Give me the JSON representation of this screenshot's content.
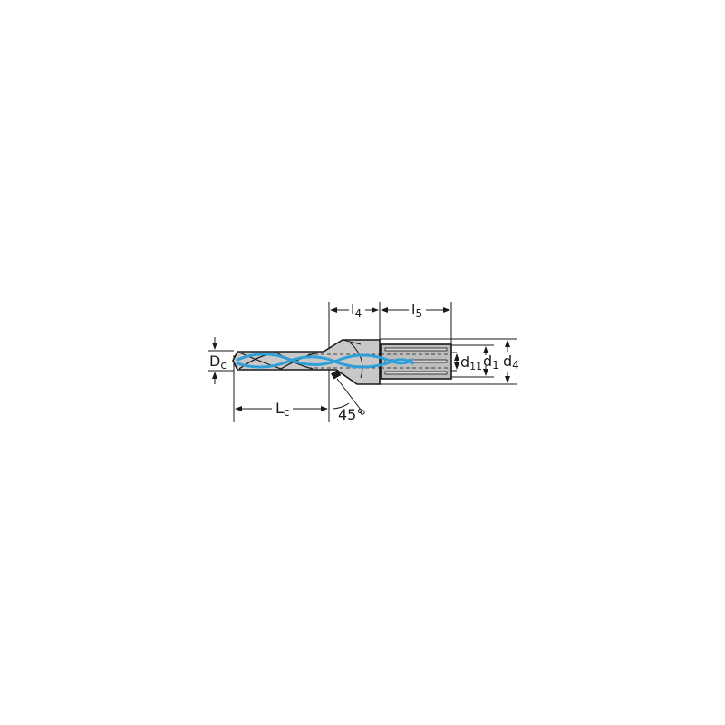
{
  "diagram": {
    "type": "technical-drawing",
    "subject": "step drill with cylindrical shank",
    "colors": {
      "outline": "#1a1a1a",
      "body": "#c8c8c8",
      "shank": "#bdbdbd",
      "coolant": "#2f9fd8",
      "background": "#ffffff"
    },
    "labels": {
      "dc": {
        "main": "D",
        "sub": "c"
      },
      "lc": {
        "main": "L",
        "sub": "c"
      },
      "l4": {
        "main": "l",
        "sub": "4"
      },
      "l5": {
        "main": "l",
        "sub": "5"
      },
      "d11": {
        "main": "d",
        "sub": "11"
      },
      "d1": {
        "main": "d",
        "sub": "1"
      },
      "d4": {
        "main": "d",
        "sub": "4"
      },
      "angle": "45°"
    }
  }
}
